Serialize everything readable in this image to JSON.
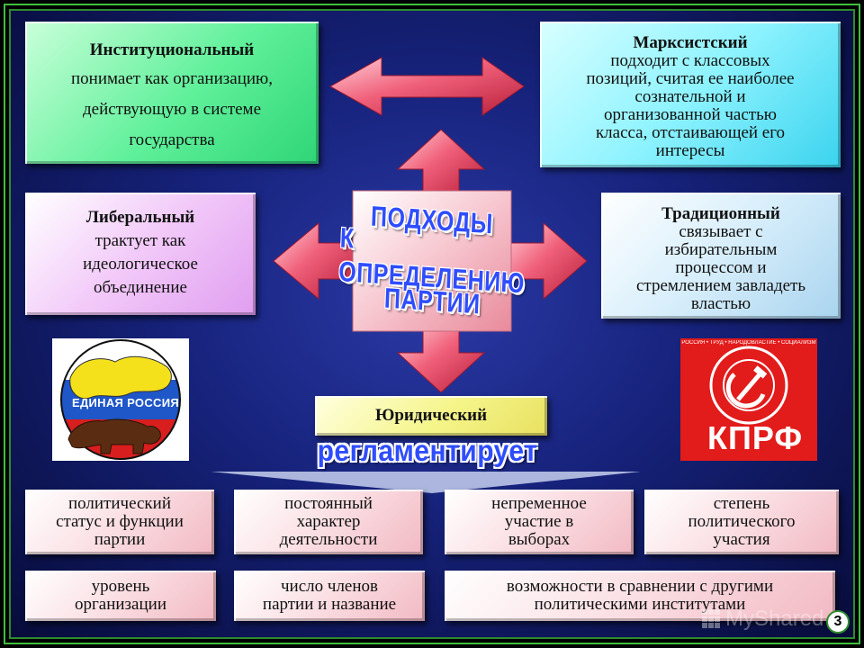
{
  "center": {
    "lines": [
      "ПОДХОДЫ",
      "К ОПРЕДЕЛЕНИЮ",
      "ПАРТИИ"
    ]
  },
  "approaches": {
    "institutional": {
      "title": "Институциональный",
      "lines": [
        "понимает как организацию,",
        "действующую в системе",
        "государства"
      ]
    },
    "marxist": {
      "title": "Марксистский",
      "lines": [
        "подходит с классовых",
        "позиций, считая ее наиболее",
        "сознательной и",
        "организованной частью",
        "класса, отстаивающей его",
        "интересы"
      ]
    },
    "liberal": {
      "title": "Либеральный",
      "lines": [
        "трактует как",
        "идеологическое",
        "объединение"
      ]
    },
    "traditional": {
      "title": "Традиционный",
      "lines": [
        "связывает с",
        "избирательным",
        "процессом и",
        "стремлением завладеть",
        "властью"
      ]
    },
    "legal": {
      "title": "Юридический",
      "verb": "регламентирует"
    }
  },
  "features": [
    {
      "lines": [
        "политический",
        "статус и функции",
        "партии"
      ]
    },
    {
      "lines": [
        "постоянный",
        "характер",
        "деятельности"
      ]
    },
    {
      "lines": [
        "непременное",
        "участие в",
        "выборах"
      ]
    },
    {
      "lines": [
        "степень",
        "политического",
        "участия"
      ]
    },
    {
      "lines": [
        "уровень",
        "организации"
      ]
    },
    {
      "lines": [
        "число членов",
        "партии и название"
      ]
    },
    {
      "lines": [
        "возможности в сравнении с другими",
        "политическими институтами"
      ]
    }
  ],
  "logos": {
    "united_russia": {
      "label": "ЕДИНАЯ РОССИЯ",
      "icon": "bear-map-icon"
    },
    "kprf": {
      "label": "КПРФ",
      "ring_text": "РОССИЯ • ТРУД • НАРОДОВЛАСТИЕ • СОЦИАЛИЗМ",
      "icon": "hammer-sickle-icon"
    }
  },
  "page_number": "3",
  "watermark": "MyShared",
  "colors": {
    "arrow_red": "#e8405a",
    "title_blue": "#2f4dff",
    "frame_green": "#3fbf3f"
  }
}
